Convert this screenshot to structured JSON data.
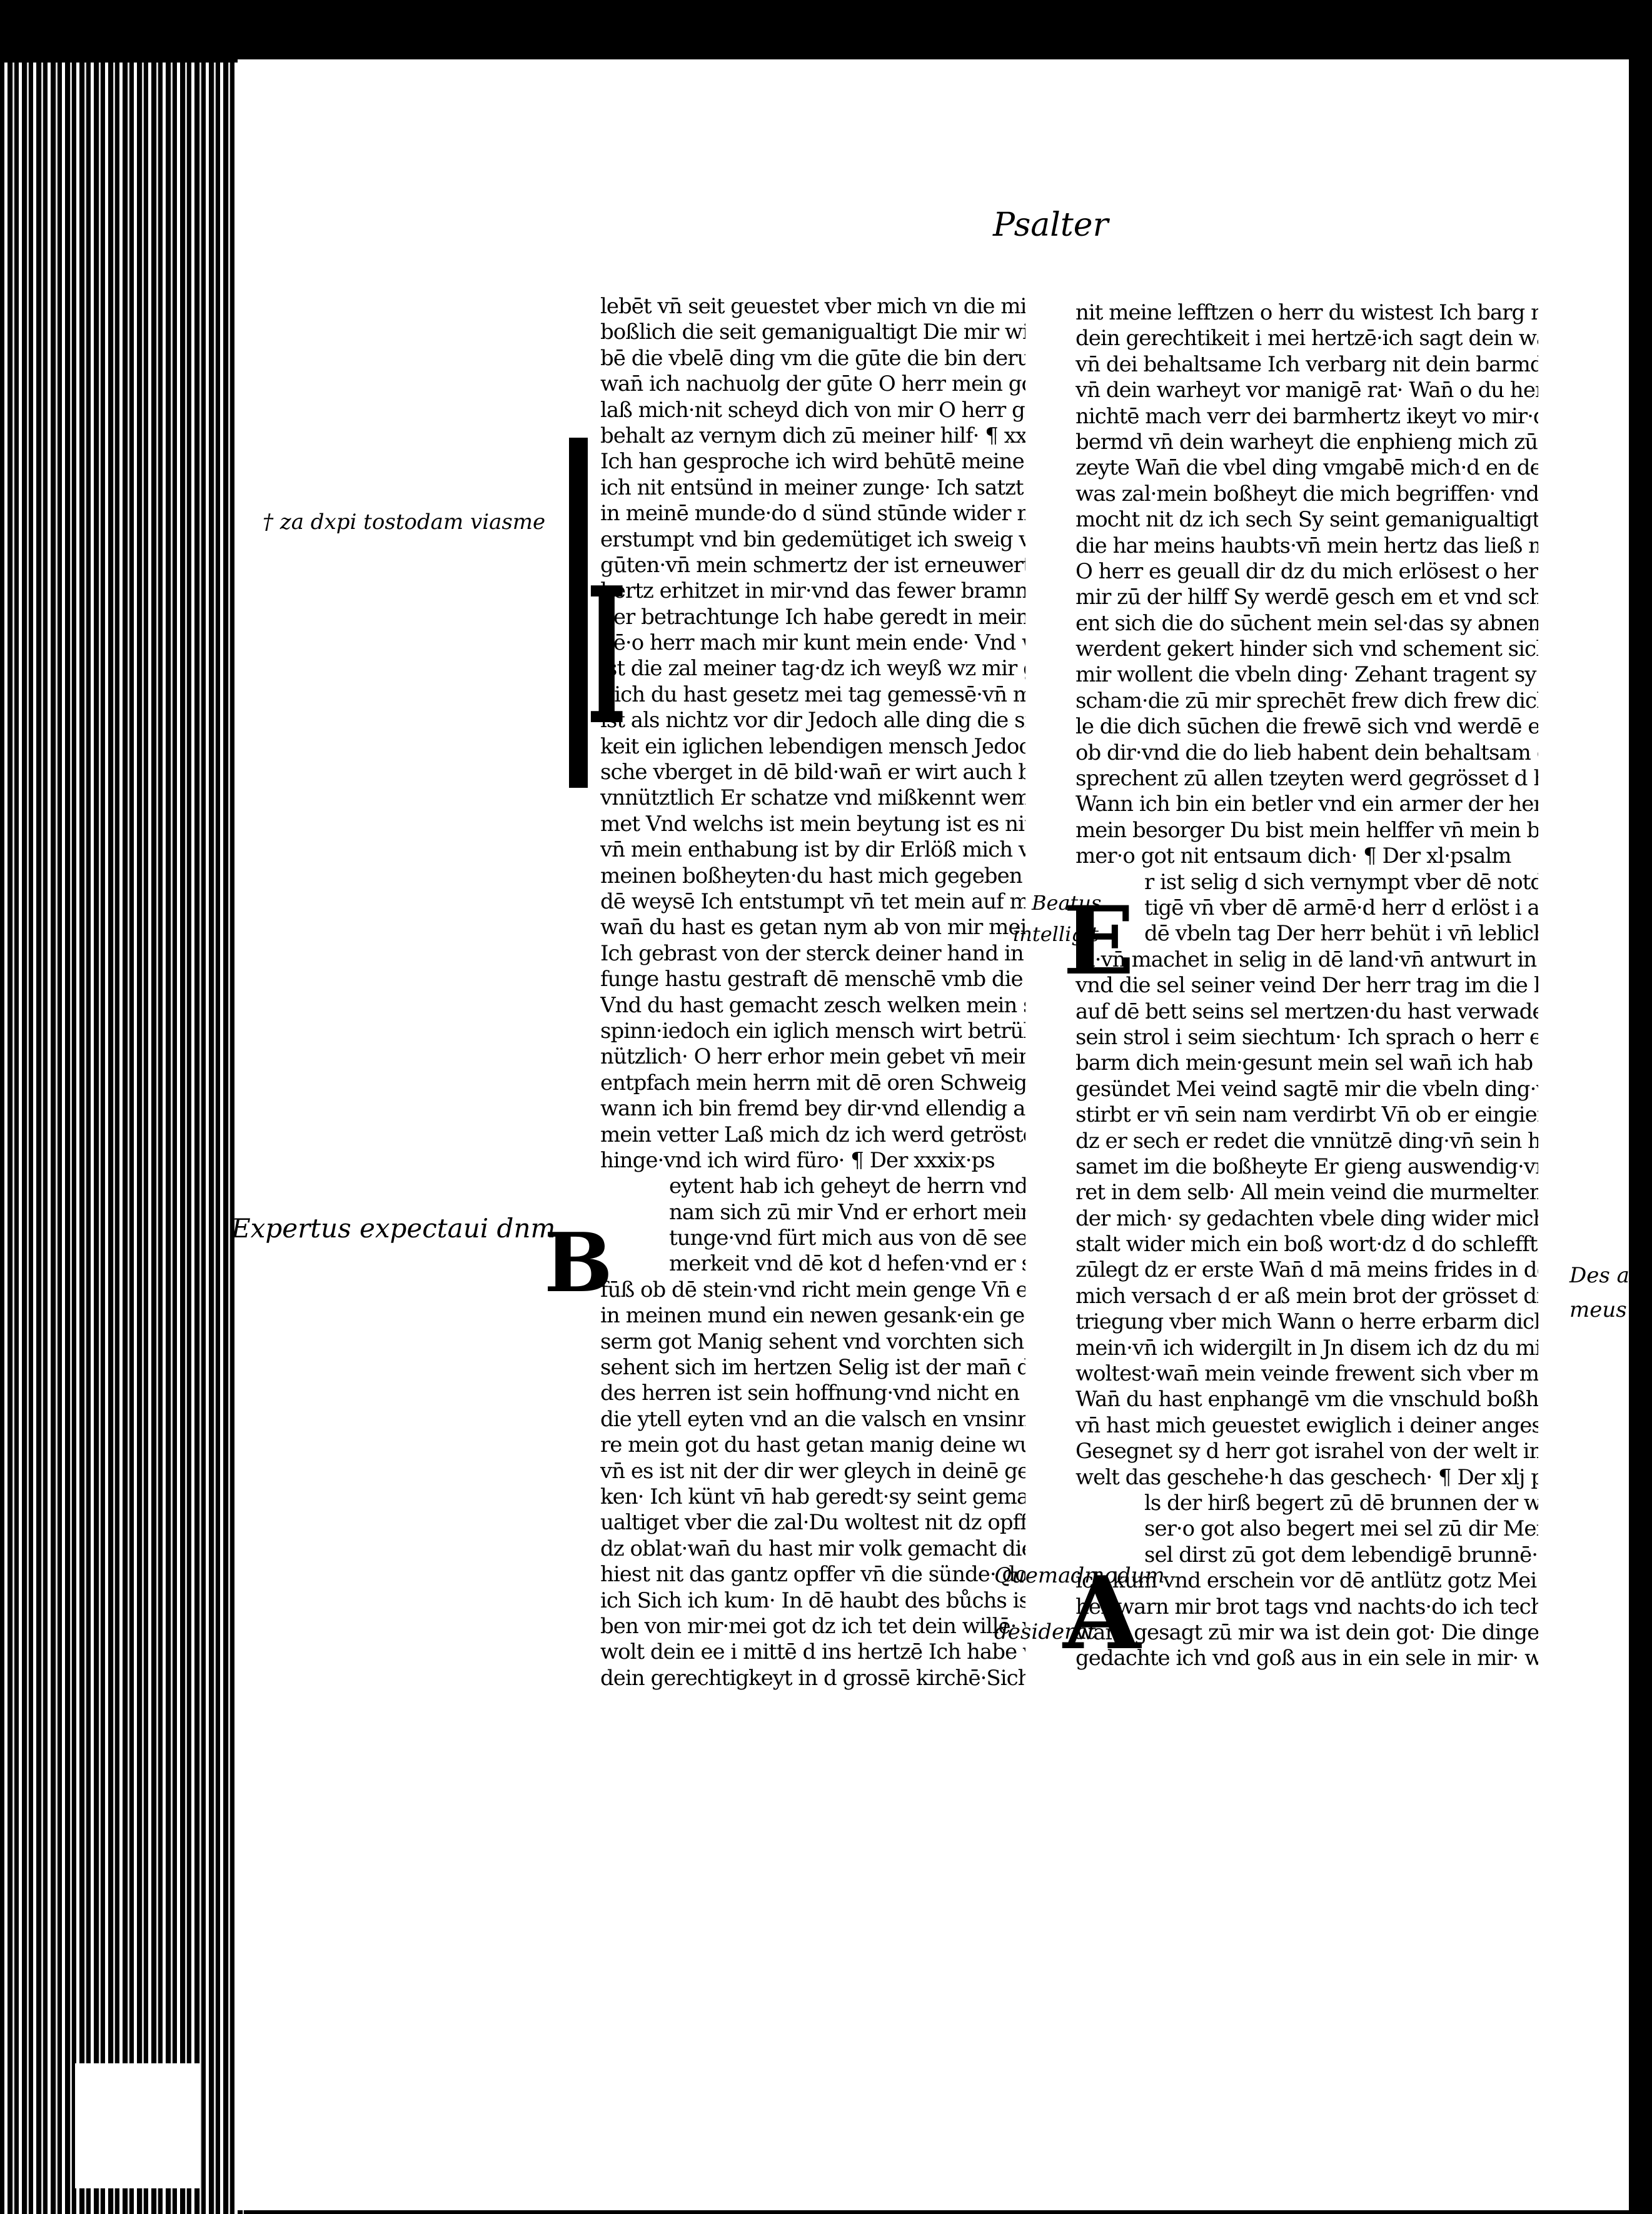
{
  "page": {
    "running_head": "Psalter",
    "colors": {
      "paper": "#ffffff",
      "ink": "#000000",
      "background": "#000000"
    }
  },
  "column_left": {
    "lines": [
      "lebēt vn̄ seit geuestet vber mich vn die mich hassē",
      "boßlich die seit gemanigualtigt Die mir widerge",
      "bē die vbelē ding vm die gūte die bin derueltē mir",
      "wan̄ ich nachuolg der gūte O herr mein got nichtē",
      "laß mich·nit scheyd dich von mir O herr got meiner",
      "behalt az vernym dich zū meiner hilf·  ¶ xxxviij·",
      "Ich han gesproche ich wird behūtē meine wege dz",
      "ich nit entsünd in meiner zunge· Ich satzt die hūte",
      "in meinē munde·do d sünd stūnde wider mich Ich",
      "erstumpt vnd bin gedemütiget ich sweig von dē",
      "gūten·vn̄ mein schmertz der ist erneuwertet· Mē",
      "hertz erhitzet in mir·vnd das fewer bramn in mei",
      "ner betrachtunge Ich habe geredt in meiner zun",
      "gē·o herr mach mir kunt mein ende· Vnd welchs",
      "ist die zal meiner tag·dz ich weyß wz mir gebrist·",
      "Sich du hast gesetz mei tag gemessē·vn̄ mei spha",
      "ist als nichtz vor dir Jedoch alle ding die sint ytel·",
      "keit ein iglichen lebendigen mensch Jedoch d men",
      "sche vberget in dē bild·wan̄ er wirt auch betrübt",
      "vnnütztlich Er schatze vnd mißkennt wem er sy sa",
      "met Vnd welchs ist mein beytung ist es nit d herr",
      "vn̄ mein enthabung ist by dir Erlöß mich von allen",
      "meinen boßheyten·du hast mich gegeben zum spot",
      "dē weysē Ich entstumpt vn̄ tet mein auf meinē mūd",
      "wan̄ du hast es getan nym ab von mir mein schleg·",
      "Ich gebrast von der sterck deiner hand in der straf",
      "funge hastu gestraft dē menschē vmb die boßheyte",
      "Vnd du hast gemacht zesch welken mein sel als ein",
      "spinn·iedoch ein iglich mensch wirt betrübet vn",
      "nützlich· O herr erhor mein gebet vn̄ mein flechūg",
      "entpfach mein herrn mit dē oren Schweige nit·Wan̄",
      "wann ich bin fremd bey dir·vnd ellendig als alle",
      "mein vetter Laß mich dz ich werd getröstē ee dz ich",
      "hinge·vnd ich wird füro·  ¶ Der xxxix·ps",
      "eytent hab ich geheyt de herrn vnd er d",
      "nam sich zū mir Vnd er erhort mein bet",
      "tunge·vnd fürt mich aus von dē see d ie",
      "merkeit vnd dē kot d hefen·vnd er schikt meinen",
      "fūß ob dē stein·vnd richt mein genge Vn̄ er leget",
      "in meinen mund ein newen gesank·ein gesank vn",
      "serm got Manig sehent vnd vorchten sich vnd ver",
      "sehent sich im hertzen Selig ist der man̄ des d nā",
      "des herren ist sein hoffnung·vnd nicht en schaut an",
      "die ytell eyten vnd an die valsch en vnsinnē O her",
      "re mein got du hast getan manig deine wunder·",
      "vn̄ es ist nit der dir wer gleych in deinē gedanc",
      "ken· Ich künt vn̄ hab geredt·sy seint gemanig",
      "ualtiget vber die zal·Du woltest nit dz opffer vnd",
      "dz oblat·wan̄ du hast mir volk gemacht die oren Vn̄ du",
      "hiest nit das gantz opffer vn̄ die sünde· do sprach",
      "ich Sich ich kum· In dē haubt des bůchs ist geschri",
      "ben von mir·mei got dz ich tet dein willē· vnd ich",
      "wolt dein ee i mittē d ins hertzē Ich habe verkünt",
      "dein gerechtigkeyt in d grossē kirchē·Sich ich enwer"
    ]
  },
  "column_right": {
    "lines": [
      "nit meine lefftzen o herr du wistest Ich barg nit",
      "dein gerechtikeit i mei hertzē·ich sagt dein warheit",
      "vn̄ dei behaltsame Ich verbarg nit dein barmd",
      "vn̄ dein warheyt vor manigē rat· Wan̄ o du herr",
      "nichtē mach verr dei barmhertz ikeyt vo mir·dein ee",
      "bermd vn̄ dein warheyt die enphieng mich zū allē",
      "zeyte Wan̄ die vbel ding vmgabē mich·d en der",
      "was zal·mein boßheyt die mich begriffen· vnd ich",
      "mocht nit dz ich sech Sy seint gemanigualtigt vō",
      "die har meins haubts·vn̄ mein hertz das ließ mich",
      "O herr es geuall dir dz du mich erlösest o herr schaw",
      "mir zū der hilff Sy werdē gesch em et vnd schem",
      "ent sich die do sūchent mein sel·das sy abnemen Sy",
      "werdent gekert hinder sich vnd schement sich die",
      "mir wollent die vbeln ding· Zehant tragent sy ir",
      "scham·die zū mir sprechēt frew dich frew dich Al",
      "le die dich sūchen die frewē sich vnd werdē erfrewt",
      "ob dir·vnd die do lieb habent dein behaltsam die",
      "sprechent zū allen tzeyten werd gegrösset d herr",
      "Wann ich bin ein betler vnd ein armer der herr ist",
      "mein besorger Du bist mein helffer vn̄ mein beschir",
      "mer·o got nit entsaum dich·  ¶ Der xl·psalm",
      "r ist selig d sich vernympt vber dē notdurf",
      "tigē vn̄ vber dē armē·d herr d erlöst i an",
      "dē vbeln tag Der herr behüt i vn̄ leblicht",
      "in·vn̄ machet in selig in dē land·vn̄ antwurt in nit",
      "vnd die sel seiner veind Der herr trag im die hilf",
      "auf dē bett seins sel mertzen·du hast verwadelet al",
      "sein strol i seim siechtum· Ich sprach o herr er",
      "barm dich mein·gesunt mein sel wan̄ ich hab dir",
      "gesündet Mei veind sagtē mir die vbeln ding·wen̄",
      "stirbt er vn̄ sein nam verdirbt Vn̄ ob er eingieng",
      "dz er sech er redet die vnnützē ding·vn̄ sein hertze",
      "samet im die boßheyte Er gieng auswendig·vnd",
      "ret in dem selb· All mein veind die murmelten wi",
      "der mich· sy gedachten vbele ding wider mich Sy",
      "stalt wider mich ein boß wort·dz d do schlefft nit",
      "zūlegt dz er erste Wan̄ d mā meins frides in dē ich",
      "mich versach d er aß mein brot der grösset die be",
      "triegung vber mich Wann o herre erbarm dich",
      "mein·vn̄ ich widergilt in Jn disem ich dz du mich",
      "woltest·wan̄ mein veinde frewent sich vber mich",
      "Wan̄ du hast enphangē vm die vnschuld boßheyte·",
      "vn̄ hast mich geuestet ewiglich i deiner angesicht",
      "Gesegnet sy d herr got israhel von der welt in die",
      "welt das geschehe·h das geschech·  ¶ Der xlj ps",
      "ls der hirß begert zū dē brunnen der was",
      "ser·o got also begert mei sel zū dir Mei",
      "sel dirst zū got dem lebendigē brunnē·so",
      "ich kum vnd erschein vor dē antlütz gotz Mei tre",
      "her warn mir brot tags vnd nachts·do ich tech",
      "ward gesagt zū mir wa ist dein got· Die dinge",
      "gedachte ich vnd goß aus in ein sele in mir· wann"
    ]
  },
  "marginalia": {
    "left_1": "† za dxpi tostodam viasme",
    "left_2": "Expertus expectaui dnm",
    "mid_1": "Beatus",
    "mid_2": "intelligit",
    "mid_3": "Quemadmodum",
    "mid_4": "desiderat",
    "right_1": "Des a",
    "right_2": "meus"
  },
  "initials": {
    "i_large": "I",
    "e_large": "E",
    "b_large": "B",
    "a_large": "A"
  }
}
